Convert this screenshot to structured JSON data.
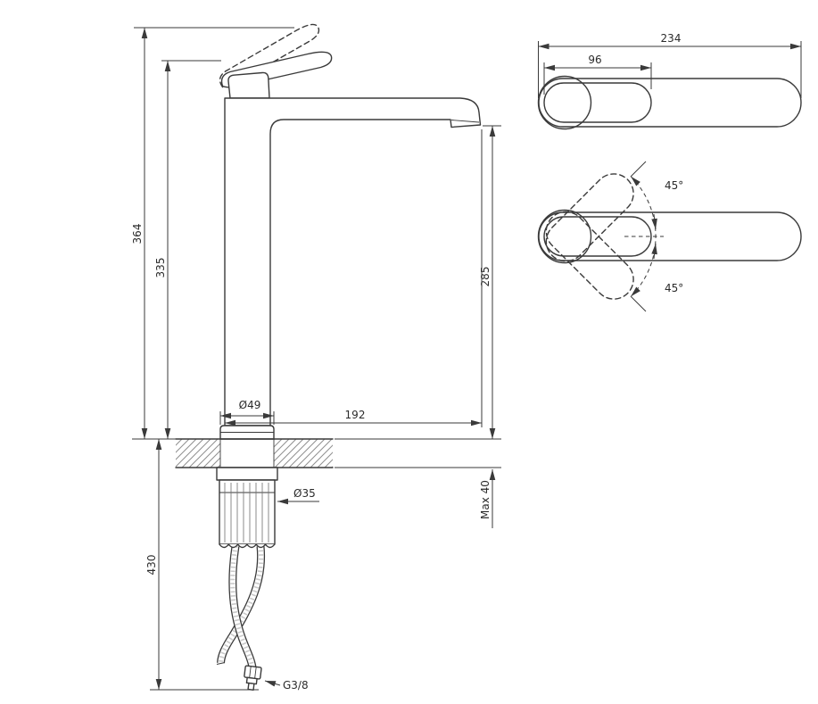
{
  "colors": {
    "line": "#3a3a3a",
    "text": "#2b2b2b",
    "bg": "#ffffff",
    "hatch": "#8f8f8f"
  },
  "front_view": {
    "dims": {
      "total_height": "364",
      "handle_height": "335",
      "spout_height": "285",
      "spout_reach": "192",
      "base_diameter": "Ø49",
      "shank_diameter": "Ø35",
      "hose_length": "430",
      "max_deck": "Max 40",
      "thread": "G3/8"
    }
  },
  "top_view": {
    "dims": {
      "total_length": "234",
      "handle_length": "96",
      "swivel_up": "45°",
      "swivel_down": "45°"
    }
  }
}
